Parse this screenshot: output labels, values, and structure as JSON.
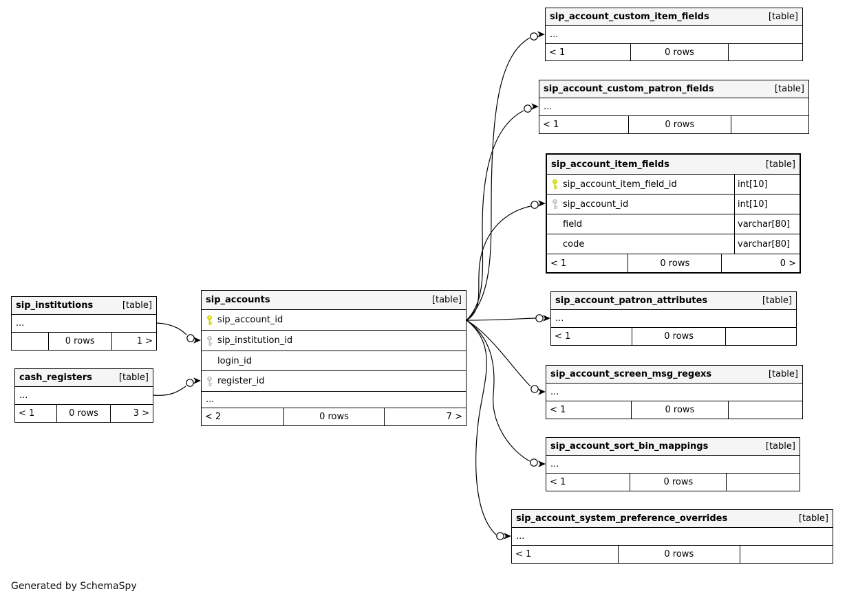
{
  "app": {
    "footer_note": "Generated by SchemaSpy"
  },
  "colors": {
    "primary_key": "#d6d60c",
    "foreign_key": "#c6c6c6",
    "header_bg": "#f5f5f5",
    "border": "#000000"
  },
  "tables": [
    {
      "id": "sip_institutions",
      "name": "sip_institutions",
      "badge": "[table]",
      "rows": [
        {
          "text": "..."
        }
      ],
      "footer": {
        "left": "",
        "center": "0 rows",
        "right": "1 >"
      }
    },
    {
      "id": "cash_registers",
      "name": "cash_registers",
      "badge": "[table]",
      "rows": [
        {
          "text": "..."
        }
      ],
      "footer": {
        "left": "< 1",
        "center": "0 rows",
        "right": "3 >"
      }
    },
    {
      "id": "sip_accounts",
      "name": "sip_accounts",
      "badge": "[table]",
      "rows": [
        {
          "text": "sip_account_id",
          "key": "primary"
        },
        {
          "text": "sip_institution_id",
          "key": "foreign"
        },
        {
          "text": "login_id"
        },
        {
          "text": "register_id",
          "key": "foreign"
        },
        {
          "text": "..."
        }
      ],
      "footer": {
        "left": "< 2",
        "center": "0 rows",
        "right": "7 >"
      }
    },
    {
      "id": "sip_account_custom_item_fields",
      "name": "sip_account_custom_item_fields",
      "badge": "[table]",
      "rows": [
        {
          "text": "..."
        }
      ],
      "footer": {
        "left": "< 1",
        "center": "0 rows",
        "right": ""
      }
    },
    {
      "id": "sip_account_custom_patron_fields",
      "name": "sip_account_custom_patron_fields",
      "badge": "[table]",
      "rows": [
        {
          "text": "..."
        }
      ],
      "footer": {
        "left": "< 1",
        "center": "0 rows",
        "right": ""
      }
    },
    {
      "id": "sip_account_item_fields",
      "name": "sip_account_item_fields",
      "badge": "[table]",
      "emphasized": true,
      "rows": [
        {
          "text": "sip_account_item_field_id",
          "key": "primary",
          "type": "int[10]"
        },
        {
          "text": "sip_account_id",
          "key": "foreign",
          "type": "int[10]"
        },
        {
          "text": "field",
          "type": "varchar[80]"
        },
        {
          "text": "code",
          "type": "varchar[80]"
        }
      ],
      "footer": {
        "left": "< 1",
        "center": "0 rows",
        "right": "0 >"
      }
    },
    {
      "id": "sip_account_patron_attributes",
      "name": "sip_account_patron_attributes",
      "badge": "[table]",
      "rows": [
        {
          "text": "..."
        }
      ],
      "footer": {
        "left": "< 1",
        "center": "0 rows",
        "right": ""
      }
    },
    {
      "id": "sip_account_screen_msg_regexs",
      "name": "sip_account_screen_msg_regexs",
      "badge": "[table]",
      "rows": [
        {
          "text": "..."
        }
      ],
      "footer": {
        "left": "< 1",
        "center": "0 rows",
        "right": ""
      }
    },
    {
      "id": "sip_account_sort_bin_mappings",
      "name": "sip_account_sort_bin_mappings",
      "badge": "[table]",
      "rows": [
        {
          "text": "..."
        }
      ],
      "footer": {
        "left": "< 1",
        "center": "0 rows",
        "right": ""
      }
    },
    {
      "id": "sip_account_system_preference_overrides",
      "name": "sip_account_system_preference_overrides",
      "badge": "[table]",
      "rows": [
        {
          "text": "..."
        }
      ],
      "footer": {
        "left": "< 1",
        "center": "0 rows",
        "right": ""
      }
    }
  ],
  "relationships": [
    {
      "from": "sip_institutions",
      "to": "sip_accounts",
      "to_column": "sip_institution_id"
    },
    {
      "from": "cash_registers",
      "to": "sip_accounts",
      "to_column": "register_id"
    },
    {
      "from": "sip_accounts",
      "to": "sip_account_custom_item_fields"
    },
    {
      "from": "sip_accounts",
      "to": "sip_account_custom_patron_fields"
    },
    {
      "from": "sip_accounts",
      "to": "sip_account_item_fields",
      "to_column": "sip_account_id"
    },
    {
      "from": "sip_accounts",
      "to": "sip_account_patron_attributes"
    },
    {
      "from": "sip_accounts",
      "to": "sip_account_screen_msg_regexs"
    },
    {
      "from": "sip_accounts",
      "to": "sip_account_sort_bin_mappings"
    },
    {
      "from": "sip_accounts",
      "to": "sip_account_system_preference_overrides"
    }
  ]
}
